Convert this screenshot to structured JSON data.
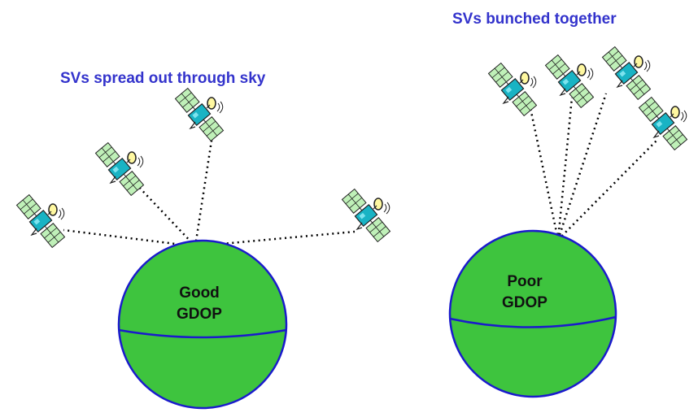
{
  "captions": {
    "spread": "SVs spread out through sky",
    "bunched": "SVs bunched together"
  },
  "globes": {
    "good": {
      "line1": "Good",
      "line2": "GDOP"
    },
    "poor": {
      "line1": "Poor",
      "line2": "GDOP"
    }
  },
  "colors": {
    "caption": "#3333cc",
    "globe_fill": "#3ec43e",
    "globe_outline": "#1a1acc",
    "satellite_body": "#19b3c4",
    "solar_panel": "#bff0b8",
    "dotted_line": "#000000"
  },
  "icons": {
    "satellite": "satellite-icon",
    "globe": "globe-icon"
  }
}
